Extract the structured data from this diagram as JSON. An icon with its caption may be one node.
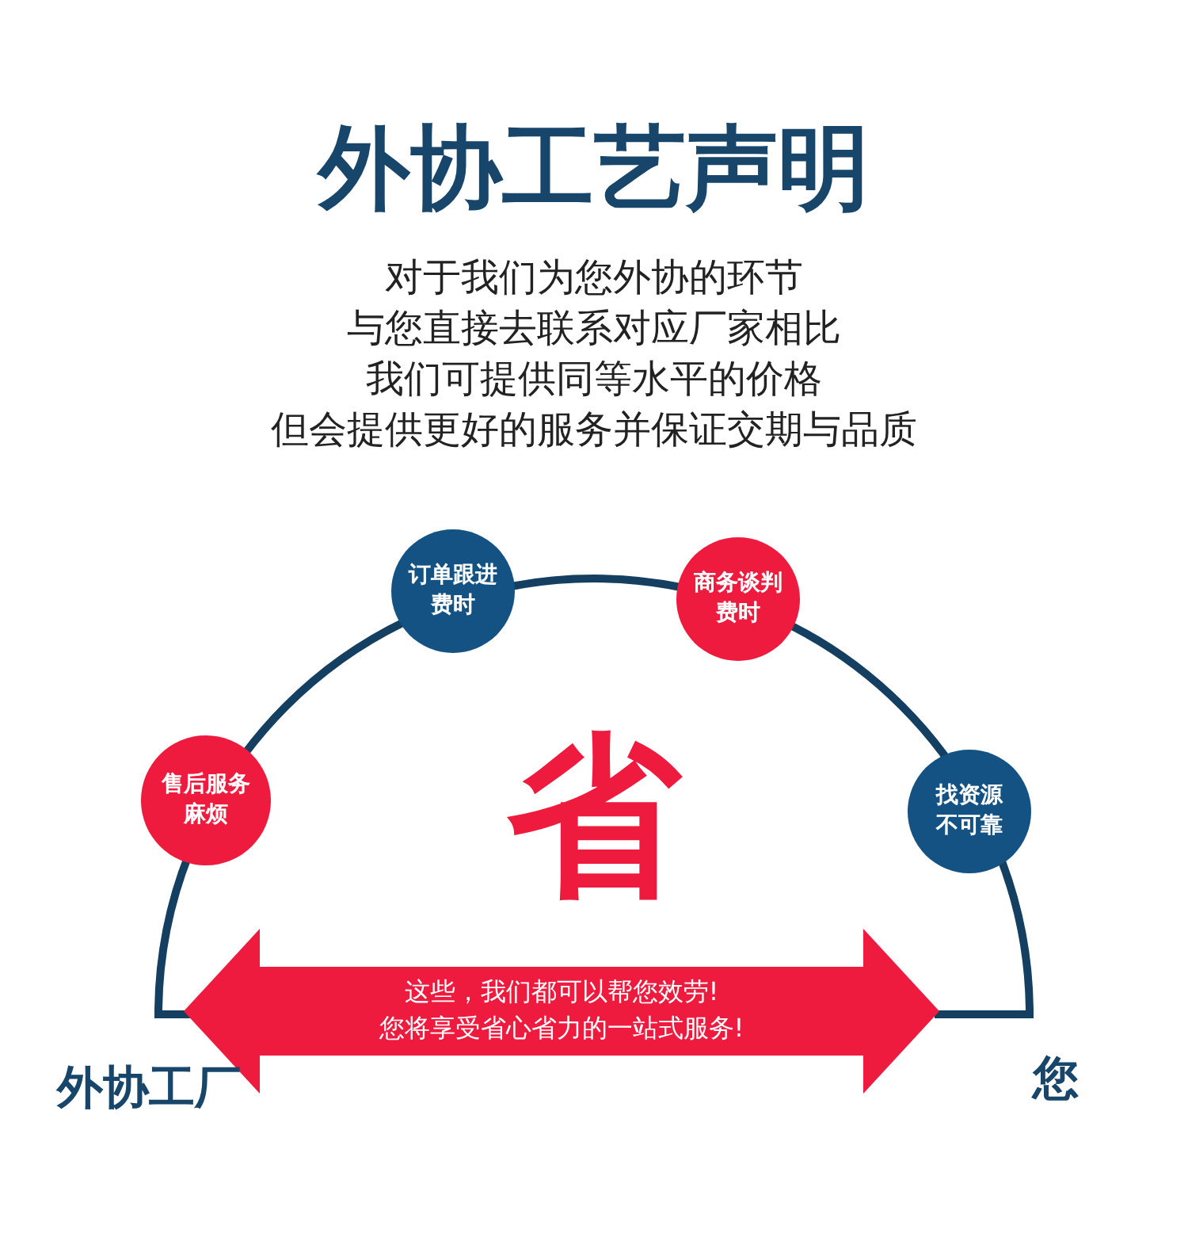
{
  "diagram": {
    "title": "外协工艺声明",
    "nodes": [
      {
        "text": [
          "售后服务麻烦"
        ]
      },
      {
        "text": [
          "订单跟进费时"
        ]
      },
      {
        "text": [
          "商务谈判费时"
        ]
      },
      {
        "text": [
          "找资源不可靠"
        ]
      },
      {
        "text": [
          "外协工厂"
        ]
      },
      {
        "text": [
          "您"
        ]
      }
    ],
    "edges": [
      {
        "from": 4,
        "to": 5,
        "arrow": "both",
        "label": "这些，我们都可以帮您效劳! 您将享受省心省力的一站式服务!"
      }
    ],
    "labels": [
      "对于我们为您外协的环节",
      "与您直接去联系对应厂家相比",
      "我们可提供同等水平的价格",
      "但会提供更好的服务并保证交期与品质",
      "省"
    ]
  }
}
